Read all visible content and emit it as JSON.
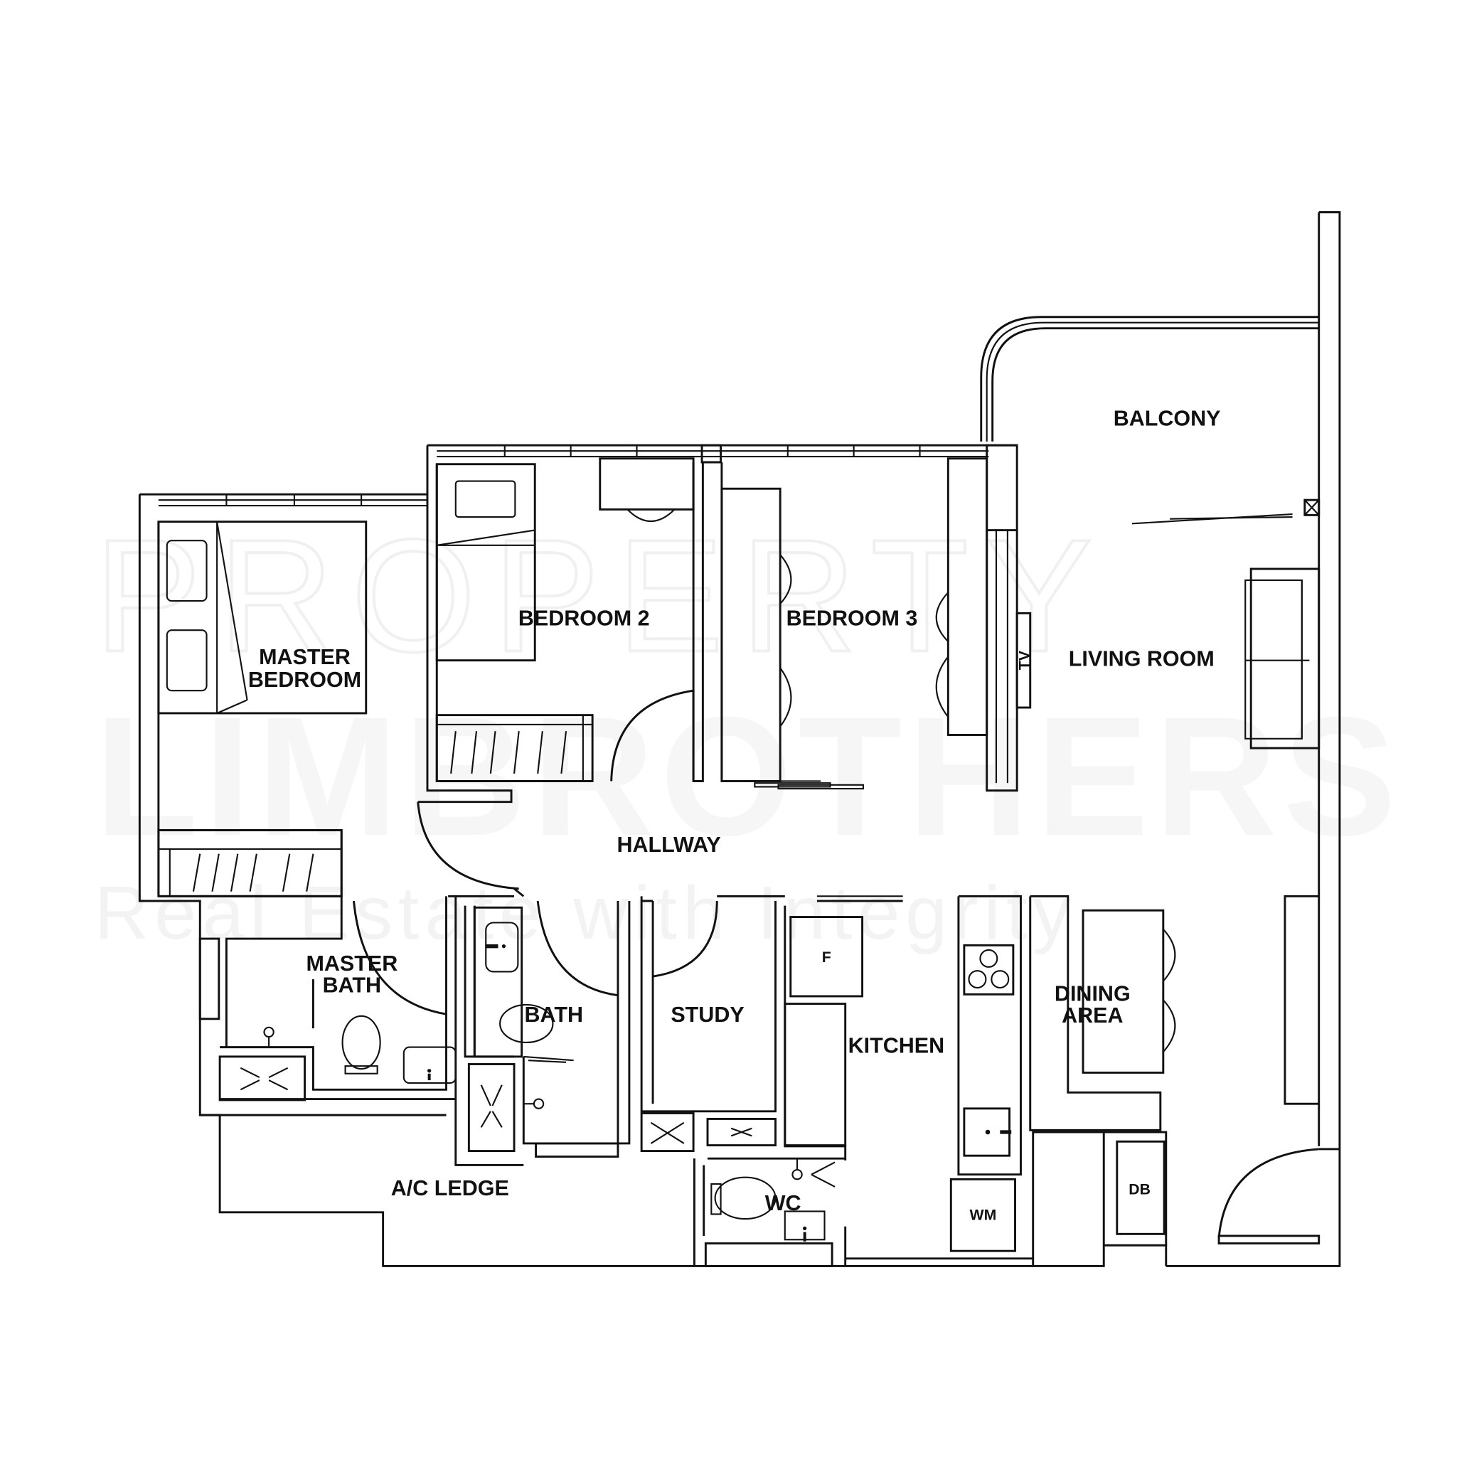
{
  "watermark": {
    "line1": "PROPERTY",
    "line2": "LIMBROTHERS",
    "line3": "Real Estate with Integrity",
    "color": "#f0f0f0"
  },
  "rooms": {
    "master_bedroom": {
      "line1": "MASTER",
      "line2": "BEDROOM"
    },
    "bedroom2": "BEDROOM 2",
    "bedroom3": "BEDROOM 3",
    "living_room": "LIVING ROOM",
    "balcony": "BALCONY",
    "hallway": "HALLWAY",
    "master_bath": {
      "line1": "MASTER",
      "line2": "BATH"
    },
    "bath": "BATH",
    "study": "STUDY",
    "kitchen": "KITCHEN",
    "dining_area": {
      "line1": "DINING",
      "line2": "AREA"
    },
    "ac_ledge": "A/C LEDGE",
    "wc": "WC"
  },
  "fixtures": {
    "tv": "TV",
    "fridge": "F",
    "washing_machine": "WM",
    "distribution_board": "DB"
  },
  "colors": {
    "line": "#111111",
    "background": "#ffffff"
  }
}
